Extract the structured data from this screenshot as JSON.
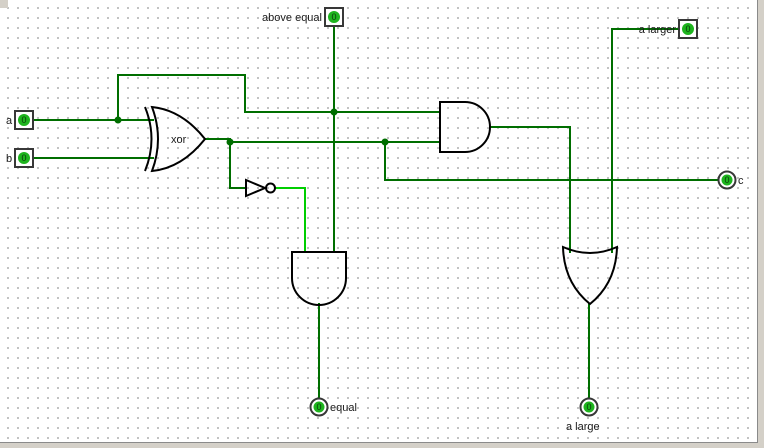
{
  "circuit": {
    "inputs": {
      "a": {
        "label": "a",
        "value": "0"
      },
      "b": {
        "label": "b",
        "value": "0"
      },
      "above_equal": {
        "label": "above equal",
        "value": "0"
      },
      "a_larger": {
        "label": "a larger",
        "value": "0"
      }
    },
    "outputs": {
      "c": {
        "label": "c",
        "value": "0"
      },
      "equal": {
        "label": "equal",
        "value": "0"
      },
      "a_large": {
        "label": "a large",
        "value": "0"
      }
    },
    "gates": {
      "xor_label": "xor"
    }
  },
  "colors": {
    "wire_low": "#006e00",
    "wire_high": "#00ce00",
    "junction": "#006e00",
    "pin_value_fill": "#1eb41e",
    "pin_value_text": "#0b3a0b",
    "pin_border": "#383838",
    "gate_outline": "#000000",
    "label_text": "#1a1a1a"
  }
}
